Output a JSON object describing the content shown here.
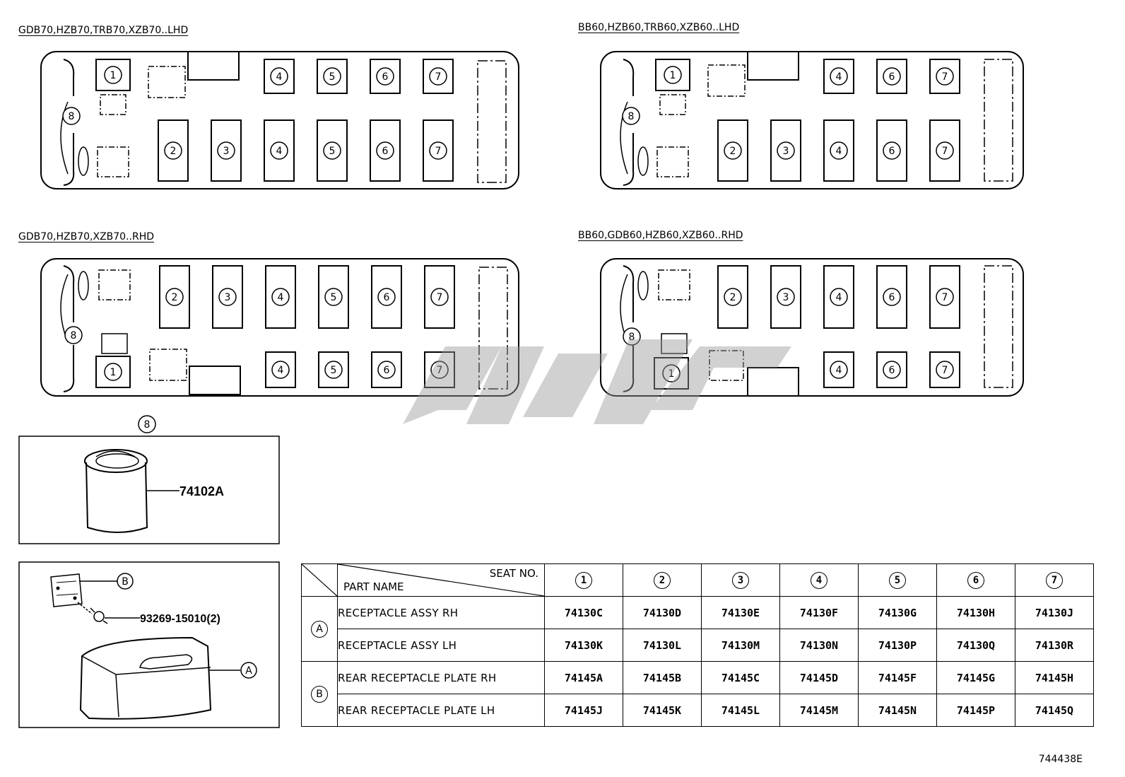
{
  "layouts": [
    {
      "id": "lhd70",
      "title": "GDB70,HZB70,TRB70,XZB70..LHD",
      "top_seats": [
        "1",
        "4",
        "5",
        "6",
        "7"
      ],
      "bottom_seats": [
        "2",
        "3",
        "4",
        "5",
        "6",
        "7"
      ],
      "door_marker": "8"
    },
    {
      "id": "lhd60",
      "title": "BB60,HZB60,TRB60,XZB60..LHD",
      "top_seats": [
        "1",
        "4",
        "6",
        "7"
      ],
      "bottom_seats": [
        "2",
        "3",
        "4",
        "6",
        "7"
      ],
      "door_marker": "8"
    },
    {
      "id": "rhd70",
      "title": "GDB70,HZB70,XZB70..RHD",
      "top_seats": [
        "2",
        "3",
        "4",
        "5",
        "6",
        "7"
      ],
      "bottom_seats": [
        "1",
        "4",
        "5",
        "6",
        "7"
      ],
      "door_marker": "8"
    },
    {
      "id": "rhd60",
      "title": "BB60,GDB60,HZB60,XZB60..RHD",
      "top_seats": [
        "2",
        "3",
        "4",
        "6",
        "7"
      ],
      "bottom_seats": [
        "1",
        "4",
        "6",
        "7"
      ],
      "door_marker": "8"
    }
  ],
  "detail8": {
    "marker": "8",
    "part": "74102A"
  },
  "detailAB": {
    "marker_b": "B",
    "marker_a": "A",
    "screw": "93269-15010(2)"
  },
  "table": {
    "seat_no_label": "SEAT NO.",
    "part_name_label": "PART NAME",
    "seats": [
      "1",
      "2",
      "3",
      "4",
      "5",
      "6",
      "7"
    ],
    "groups": [
      {
        "marker": "A",
        "rows": [
          {
            "name": "RECEPTACLE ASSY RH",
            "parts": [
              "74130C",
              "74130D",
              "74130E",
              "74130F",
              "74130G",
              "74130H",
              "74130J"
            ]
          },
          {
            "name": "RECEPTACLE ASSY LH",
            "parts": [
              "74130K",
              "74130L",
              "74130M",
              "74130N",
              "74130P",
              "74130Q",
              "74130R"
            ]
          }
        ]
      },
      {
        "marker": "B",
        "rows": [
          {
            "name": "REAR RECEPTACLE PLATE RH",
            "parts": [
              "74145A",
              "74145B",
              "74145C",
              "74145D",
              "74145F",
              "74145G",
              "74145H"
            ]
          },
          {
            "name": "REAR RECEPTACLE PLATE LH",
            "parts": [
              "74145J",
              "74145K",
              "74145L",
              "74145M",
              "74145N",
              "74145P",
              "74145Q"
            ]
          }
        ]
      }
    ]
  },
  "catalog_no": "744438E"
}
